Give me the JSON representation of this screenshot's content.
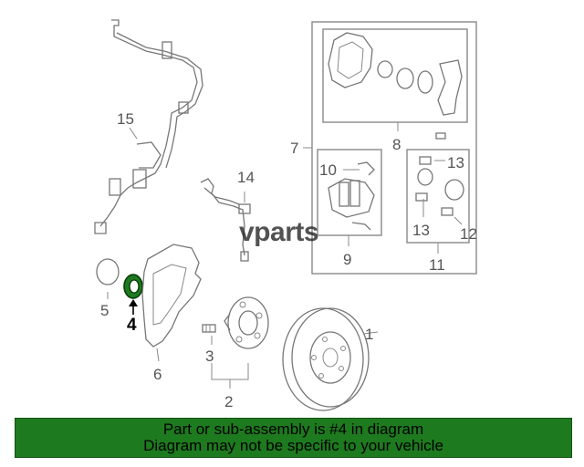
{
  "labels": {
    "p1": "1",
    "p2": "2",
    "p3": "3",
    "p4": "4",
    "p5": "5",
    "p6": "6",
    "p7": "7",
    "p8": "8",
    "p9": "9",
    "p10": "10",
    "p11": "11",
    "p12": "12",
    "p13a": "13",
    "p13b": "13",
    "p14": "14",
    "p15": "15"
  },
  "watermark": "vparts",
  "highlight_part": "4",
  "colors": {
    "banner_bg": "#1e7a1e",
    "highlight_part_fill": "#1e7a1e",
    "line": "#777777"
  },
  "banner": {
    "line1": "Part or sub-assembly is #4 in diagram",
    "line2": "Diagram may not be specific to your vehicle"
  }
}
